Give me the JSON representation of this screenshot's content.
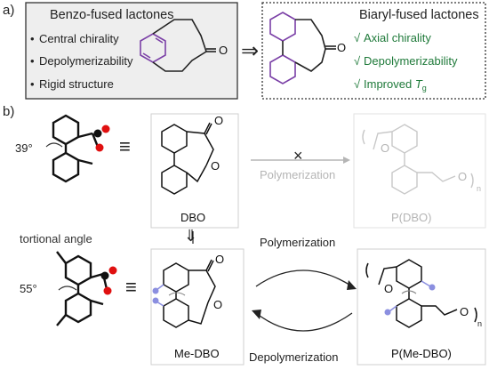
{
  "panel_a": {
    "label": "a)",
    "left_box": {
      "title": "Benzo-fused lactones",
      "bullets": [
        "Central chirality",
        "Depolymerizability",
        "Rigid structure"
      ],
      "bullet_glyph": "•"
    },
    "right_box": {
      "title": "Biaryl-fused lactones",
      "check_glyph": "√",
      "checks": [
        "Axial chirality",
        "Depolymerizability",
        "Improved "
      ],
      "tg_symbol": "T",
      "tg_subscript": "g"
    },
    "arrow_glyph": "⇒"
  },
  "panel_b": {
    "label": "b)",
    "angle_top": "39°",
    "angle_bottom": "55°",
    "tortional_label": "tortional angle",
    "equiv_glyph": "≡",
    "dbo_label": "DBO",
    "me_dbo_label": "Me-DBO",
    "p_dbo_label": "P(DBO)",
    "p_me_dbo_label": "P(Me-DBO)",
    "polymerization_grey": "Polymerization",
    "polymerization": "Polymerization",
    "depolymerization": "Depolymerization",
    "cross_glyph": "×",
    "down_arrow_glyph": "⇓",
    "atom_o": "O",
    "subscript_n": "n"
  },
  "colors": {
    "purple": "#7a3fa6",
    "green": "#1f7a3a",
    "grey": "#b5b5b5",
    "red": "#e01010",
    "blue_methyl": "#8b8fe0",
    "panel_fill": "#eeeeee"
  }
}
